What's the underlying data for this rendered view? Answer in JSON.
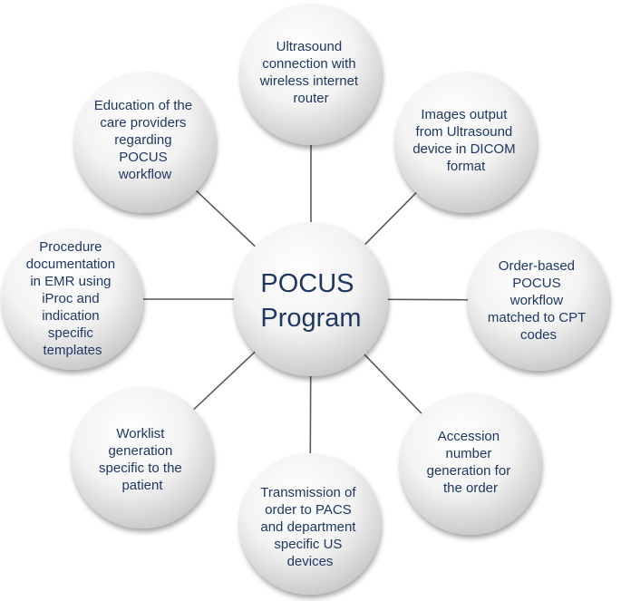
{
  "center": {
    "label_lines": [
      "POCUS",
      "Program"
    ]
  },
  "nodes": [
    {
      "id": "ultrasound-connection",
      "label_lines": [
        "Ultrasound",
        "connection with",
        "wireless internet",
        "router"
      ]
    },
    {
      "id": "images-output",
      "label_lines": [
        "Images output",
        "from Ultrasound",
        "device in DICOM",
        "format"
      ]
    },
    {
      "id": "order-based-workflow",
      "label_lines": [
        "Order-based",
        "POCUS",
        "workflow",
        "matched to CPT",
        "codes"
      ]
    },
    {
      "id": "accession-number",
      "label_lines": [
        "Accession",
        "number",
        "generation for",
        "the order"
      ]
    },
    {
      "id": "transmission-of-order",
      "label_lines": [
        "Transmission of",
        "order to PACS",
        "and department",
        "specific US",
        "devices"
      ]
    },
    {
      "id": "worklist-generation",
      "label_lines": [
        "Worklist",
        "generation",
        "specific to the",
        "patient"
      ]
    },
    {
      "id": "procedure-documentation",
      "label_lines": [
        "Procedure",
        "documentation",
        "in EMR using",
        "iProc and",
        "indication",
        "specific",
        "templates"
      ]
    },
    {
      "id": "education",
      "label_lines": [
        "Education of the",
        "care providers",
        "regarding",
        "POCUS",
        "workflow"
      ]
    }
  ],
  "colors": {
    "text": "#1f3864",
    "line": "#595959",
    "bubble_light": "#ffffff",
    "bubble_dark": "#cfcfcf",
    "shadow": "#9a9a9a"
  }
}
